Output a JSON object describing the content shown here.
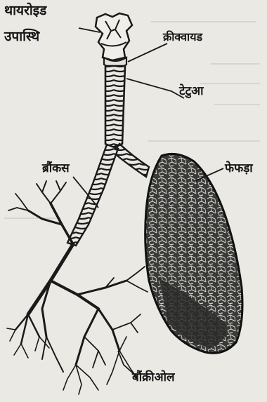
{
  "diagram": {
    "labels": {
      "thyroid_line1": "थायरोइड",
      "thyroid_line2": "उपास्थि",
      "cricoid": "क्रीक्वायड",
      "trachea": "टेटुआ",
      "bronchus": "ब्रौंकस",
      "lung": "फेफड़ा",
      "bronchiole": "बौंक्रीओल"
    },
    "colors": {
      "paper": "#eae9e4",
      "ink": "#151515",
      "lung_fill": "#3a3a38",
      "lung_texture": "#d9d8d2"
    }
  }
}
